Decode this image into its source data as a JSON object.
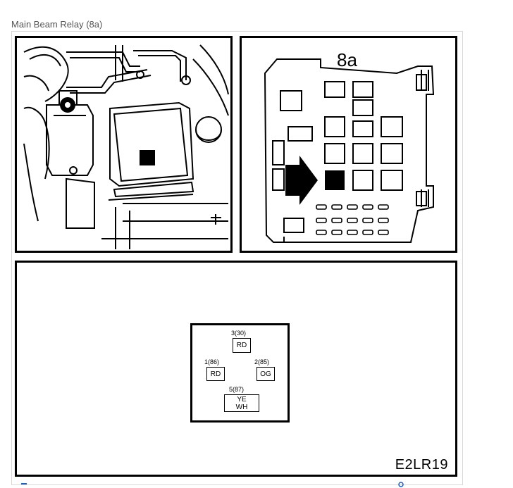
{
  "caption": "Main Beam Relay (8a)",
  "fusebox": {
    "label": "8a"
  },
  "figure_code": "E2LR19",
  "pins": {
    "top": {
      "number": "3(30)",
      "colors": [
        "RD"
      ]
    },
    "left": {
      "number": "1(86)",
      "colors": [
        "RD"
      ]
    },
    "right": {
      "number": "2(85)",
      "colors": [
        "OG"
      ]
    },
    "bottom": {
      "number": "5(87)",
      "colors": [
        "YE",
        "WH"
      ]
    }
  },
  "colors": {
    "stroke": "#000000",
    "fill_black": "#000000",
    "background": "#ffffff",
    "frame_border": "#d8d8d8"
  }
}
